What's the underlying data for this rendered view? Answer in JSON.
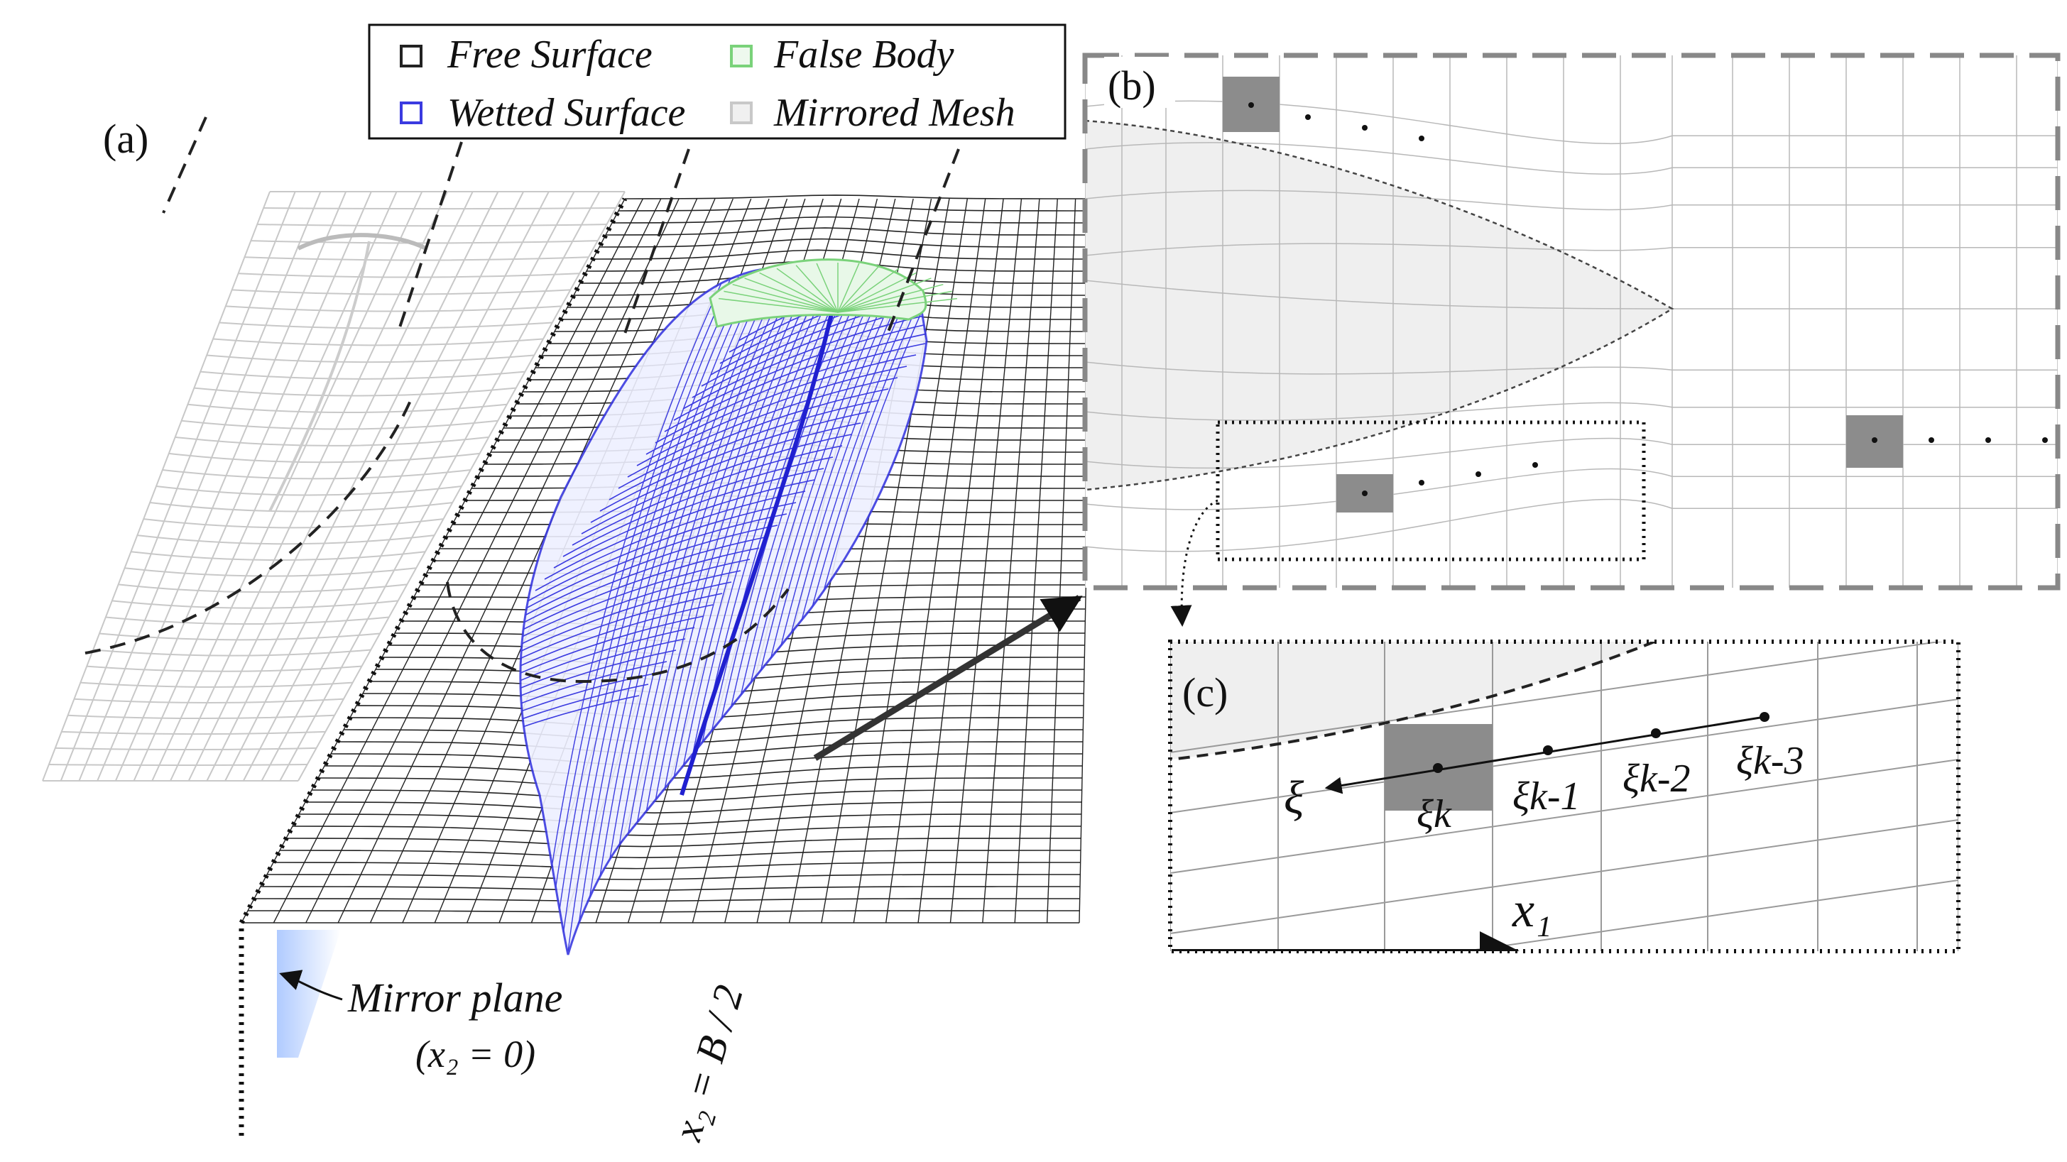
{
  "legend": {
    "items": [
      {
        "label": "Free Surface",
        "swatch": "#222222"
      },
      {
        "label": "False Body",
        "swatch": "#7ad27a"
      },
      {
        "label": "Wetted Surface",
        "swatch": "#3a3ae0"
      },
      {
        "label": "Mirrored Mesh",
        "swatch": "#c8c8c8"
      }
    ]
  },
  "panels": {
    "a": {
      "label": "(a)"
    },
    "b": {
      "label": "(b)"
    },
    "c": {
      "label": "(c)"
    }
  },
  "annotations": {
    "mirror_plane": "Mirror plane",
    "mirror_eq": "(x₂ = 0)",
    "half_beam": "x₂ = B / 2"
  },
  "detail": {
    "xi": "ξ",
    "xi_k": "ξk",
    "xi_k1": "ξk-1",
    "xi_k2": "ξk-2",
    "xi_k3": "ξk-3",
    "x1": "x₁"
  },
  "colors": {
    "free_surface": "#222222",
    "wetted_surface": "#3a3ae0",
    "false_body": "#7ad27a",
    "mirrored_mesh": "#c8c8c8",
    "cell_highlight": "#8c8c8c"
  }
}
